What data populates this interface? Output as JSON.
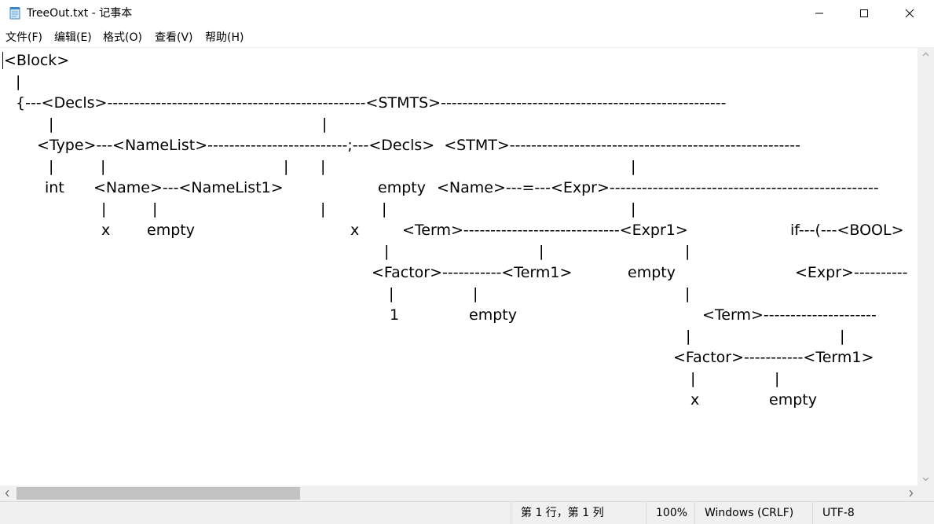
{
  "window": {
    "title": "TreeOut.txt - 记事本"
  },
  "menu": {
    "items": [
      "文件(F)",
      "编辑(E)",
      "格式(O)",
      "查看(V)",
      "帮助(H)"
    ]
  },
  "editor": {
    "lines": [
      "<Block>",
      "  |",
      "  {---<Decls>------------------------------------------------<STMTS>-----------------------------------------------------------",
      "      |                                         |",
      "    <Type>---<NameList>--------------------------;---<Decls>  <STMT>-----------------------------------------------------------",
      "      |       |                              |     |                                     |",
      "     int     <Name>---<NameList1>                      empty  <Name>---=---<Expr>------------------------------------------------",
      "              |       |                               |        |                                |",
      "              x       empty                          x         <Term>-----------------------------<Expr1>           if---(---<BOOL>",
      "                                                                |                       |                    |",
      "                                                              <Factor>-----------<Term1>        empty                 <Expr>----------",
      "                                                                |               |                             |",
      "                                                                1               empty                      <Term>---------------------",
      "                                                                                                             |                      |",
      "                                                                                                          <Factor>-----------<Term1>",
      "                                                                                                              |               |",
      "                                                                                                              x               empty"
    ]
  },
  "tree_nodes": [
    {
      "text": "<Block>"
    },
    {
      "text": "|"
    },
    {
      "text": "{---<Decls>------------------------------------------------<STMTS>-----------------------------------------------------"
    },
    {
      "text": "|"
    },
    {
      "text": "|"
    },
    {
      "text": "<Type>---<NameList>--------------------------;---<Decls>  <STMT>------------------------------------------------------"
    },
    {
      "text": "|"
    },
    {
      "text": "|"
    },
    {
      "text": "|"
    },
    {
      "text": "|"
    },
    {
      "text": "|"
    },
    {
      "text": "int"
    },
    {
      "text": "<Name>---<NameList1>"
    },
    {
      "text": "empty"
    },
    {
      "text": "<Name>---=---<Expr>--------------------------------------------------"
    },
    {
      "text": "|"
    },
    {
      "text": "|"
    },
    {
      "text": "|"
    },
    {
      "text": "|"
    },
    {
      "text": "|"
    },
    {
      "text": "x"
    },
    {
      "text": "empty"
    },
    {
      "text": "x"
    },
    {
      "text": "<Term>-----------------------------<Expr1>"
    },
    {
      "text": "if---(---<BOOL>"
    },
    {
      "text": "|"
    },
    {
      "text": "|"
    },
    {
      "text": "|"
    },
    {
      "text": "<Factor>-----------<Term1>"
    },
    {
      "text": "empty"
    },
    {
      "text": "<Expr>----------"
    },
    {
      "text": "|"
    },
    {
      "text": "|"
    },
    {
      "text": "|"
    },
    {
      "text": "1"
    },
    {
      "text": "empty"
    },
    {
      "text": "<Term>---------------------"
    },
    {
      "text": "|"
    },
    {
      "text": "|"
    },
    {
      "text": "<Factor>-----------<Term1>"
    },
    {
      "text": "|"
    },
    {
      "text": "|"
    },
    {
      "text": "x"
    },
    {
      "text": "empty"
    }
  ],
  "status": {
    "position": "第 1 行，第 1 列",
    "zoom": "100%",
    "line_ending": "Windows (CRLF)",
    "encoding": "UTF-8"
  },
  "colors": {
    "chrome": "#f0f0f0",
    "scroll_thumb": "#c2c2c2",
    "text": "#000000"
  }
}
